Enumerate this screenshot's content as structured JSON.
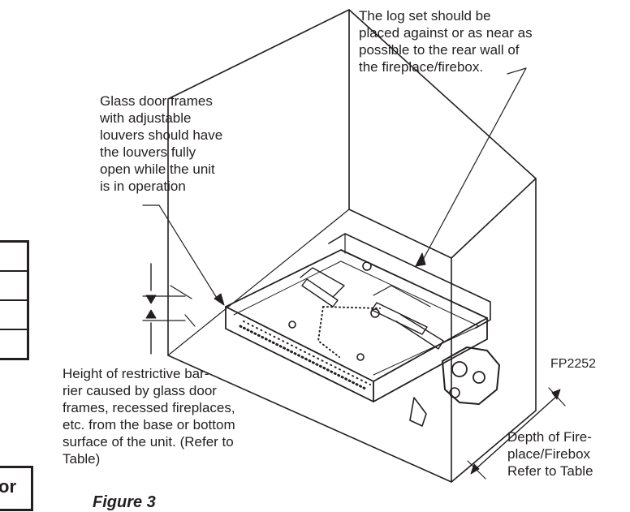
{
  "callouts": {
    "log_set": "The log set should be\nplaced against or as near as\npossible to the rear wall of\nthe fireplace/firebox.",
    "glass_door": "Glass door frames\nwith adjustable\nlouvers should have\nthe louvers fully\nopen while the unit\nis in operation",
    "height_barrier": "Height of restrictive bar-\nrier caused by glass door\nframes, recessed fireplaces,\netc. from the base or bottom\nsurface of the unit. (Refer to\nTable)",
    "depth": "Depth of Fire-\nplace/Firebox\nRefer to Table"
  },
  "figure_code": "FP2252",
  "figure_caption": "Figure 3",
  "partial_box_text": "or",
  "colors": {
    "ink": "#231f20",
    "background": "#ffffff"
  }
}
